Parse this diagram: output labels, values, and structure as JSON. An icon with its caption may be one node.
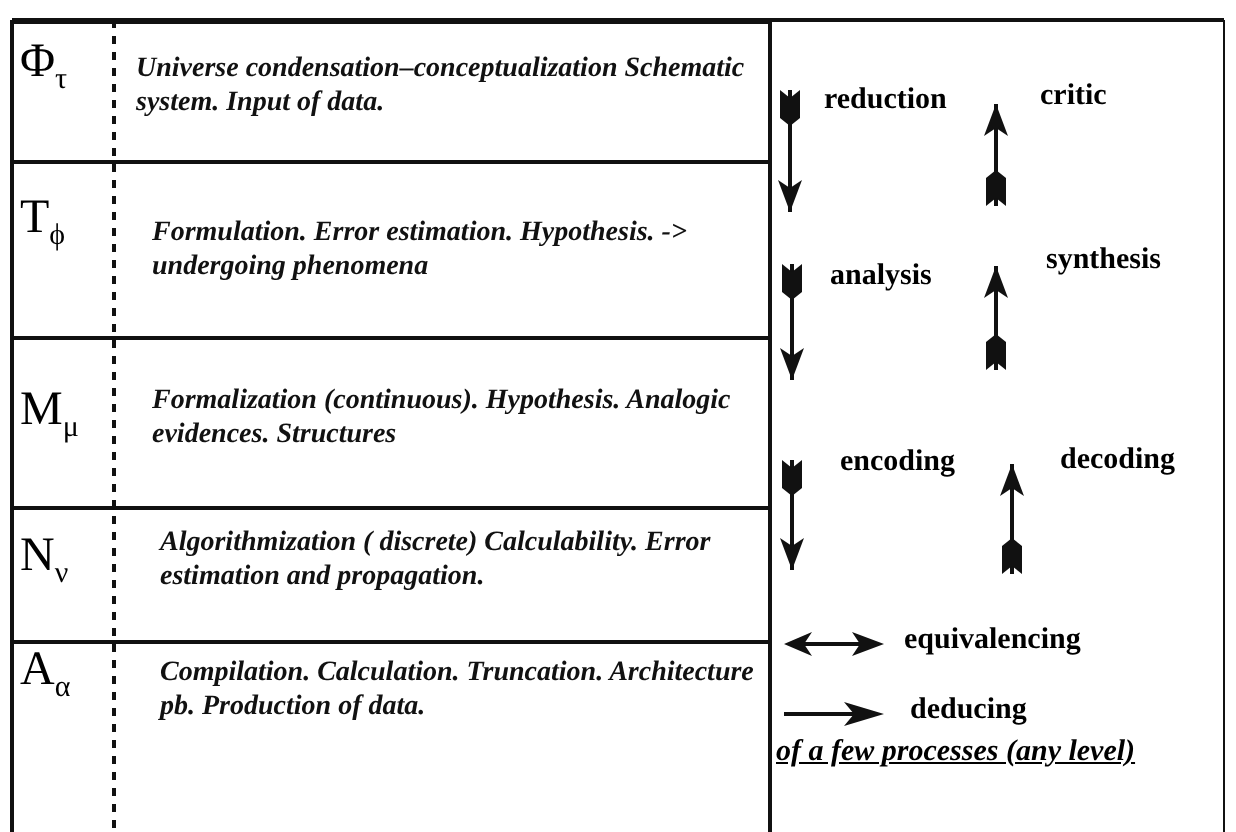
{
  "diagram": {
    "nodes": [
      {
        "text": [
          "Φ$_{τ}$",
          "Universe condensation–conceptualization Schematic system. Input of data."
        ]
      },
      {
        "text": [
          "T$_{ϕ}$",
          "Formulation. Error estimation. Hypothesis. -> undergoing phenomena"
        ]
      },
      {
        "text": [
          "M$_{μ}$",
          "Formalization (continuous). Hypothesis. Analogic evidences. Structures"
        ]
      },
      {
        "text": [
          "N$_{ν}$",
          "Algorithmization ( discrete) Calculability. Error estimation and propagation."
        ]
      },
      {
        "text": [
          "A$_{α}$",
          "Compilation. Calculation. Truncation. Architecture pb. Production of data."
        ]
      }
    ],
    "edges": [
      {
        "from": 0,
        "to": 1,
        "arrow": "to",
        "label": "reduction"
      },
      {
        "from": 1,
        "to": 0,
        "arrow": "to",
        "label": "critic"
      },
      {
        "from": 1,
        "to": 2,
        "arrow": "to",
        "label": "analysis"
      },
      {
        "from": 2,
        "to": 1,
        "arrow": "to",
        "label": "synthesis"
      },
      {
        "from": 2,
        "to": 3,
        "arrow": "to",
        "label": "encoding"
      },
      {
        "from": 3,
        "to": 2,
        "arrow": "to",
        "label": "decoding"
      }
    ],
    "labels": [
      "of a few processes (any level)"
    ],
    "legend": [
      {
        "text": "equivalencing"
      },
      {
        "text": "deducing"
      }
    ]
  }
}
